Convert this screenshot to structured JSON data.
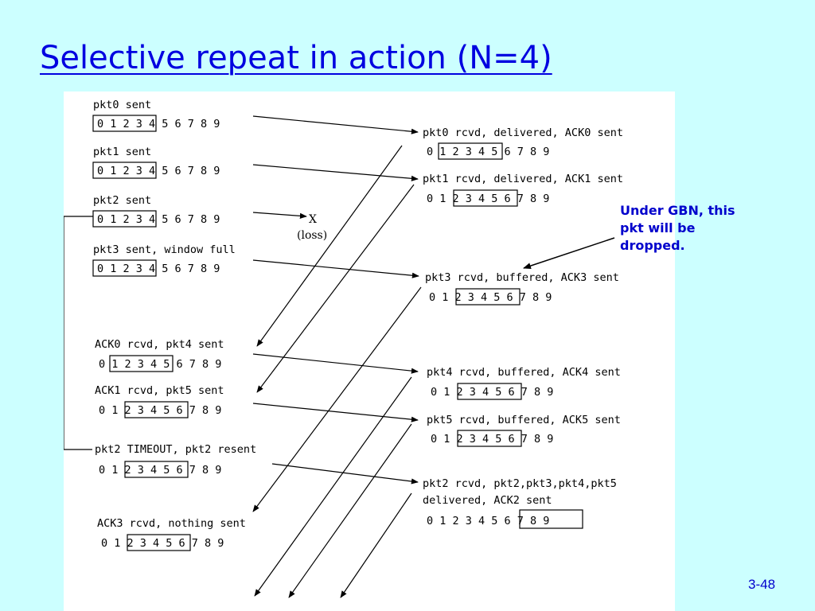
{
  "title": "Selective repeat in action (N=4)",
  "annotation": {
    "lines": [
      "Under GBN, this",
      "pkt will be",
      "dropped."
    ]
  },
  "slide_number": "3-48",
  "sender": [
    {
      "label": "pkt0 sent",
      "numbers": "0 1 2 3 4 5 6 7 8 9"
    },
    {
      "label": "pkt1 sent",
      "numbers": "0 1 2 3 4 5 6 7 8 9"
    },
    {
      "label": "pkt2 sent",
      "numbers": "0 1 2 3 4 5 6 7 8 9"
    },
    {
      "label": "pkt3 sent, window full",
      "numbers": "0 1 2 3 4 5 6 7 8 9"
    },
    {
      "label": "ACK0 rcvd, pkt4 sent",
      "numbers": "0 1 2 3 4 5 6 7 8 9"
    },
    {
      "label": "ACK1 rcvd, pkt5 sent",
      "numbers": "0 1 2 3 4 5 6 7 8 9"
    },
    {
      "label": "pkt2 TIMEOUT, pkt2 resent",
      "numbers": "0 1 2 3 4 5 6 7 8 9"
    },
    {
      "label": "ACK3 rcvd, nothing sent",
      "numbers": "0 1 2 3 4 5 6 7 8 9"
    }
  ],
  "receiver": [
    {
      "label": "pkt0 rcvd, delivered, ACK0 sent",
      "numbers": "0 1 2 3 4 5 6 7 8 9"
    },
    {
      "label": "pkt1 rcvd, delivered, ACK1 sent",
      "numbers": "0 1 2 3 4 5 6 7 8 9"
    },
    {
      "label": "pkt3 rcvd, buffered, ACK3 sent",
      "numbers": "0 1 2 3 4 5 6 7 8 9"
    },
    {
      "label": "pkt4 rcvd, buffered, ACK4 sent",
      "numbers": "0 1 2 3 4 5 6 7 8 9"
    },
    {
      "label": "pkt5 rcvd, buffered, ACK5 sent",
      "numbers": "0 1 2 3 4 5 6 7 8 9"
    },
    {
      "label": "pkt2 rcvd, pkt2,pkt3,pkt4,pkt5",
      "label2": "delivered, ACK2 sent",
      "numbers": "0 1 2 3 4 5 6 7 8 9"
    }
  ],
  "loss": {
    "mark": "X",
    "label": "(loss)"
  }
}
